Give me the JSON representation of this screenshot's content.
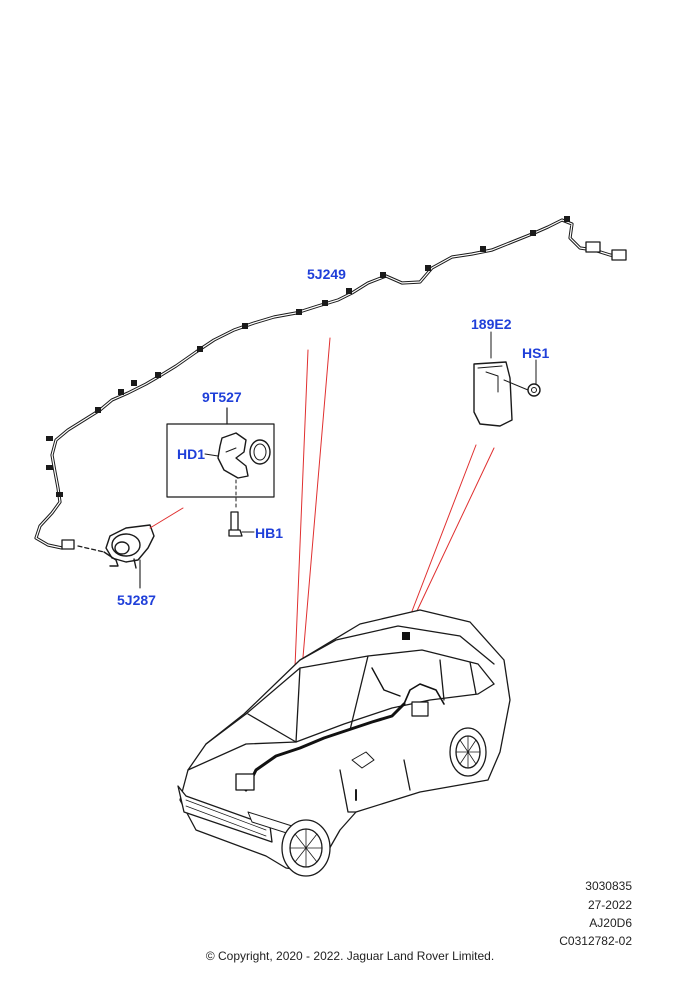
{
  "callouts": {
    "c5j249": "5J249",
    "c189e2": "189E2",
    "chs1": "HS1",
    "c9t527": "9T527",
    "chd1": "HD1",
    "chb1": "HB1",
    "c5j287": "5J287"
  },
  "meta": {
    "part_ref": "3030835",
    "date_code": "27-2022",
    "model_code": "AJ20D6",
    "illustration_code": "C0312782-02"
  },
  "copyright": "© Copyright, 2020 - 2022. Jaguar Land Rover Limited.",
  "colors": {
    "callout_text": "#1f3fd9",
    "leader_red": "#e03030",
    "line_art": "#1a1a1a"
  }
}
